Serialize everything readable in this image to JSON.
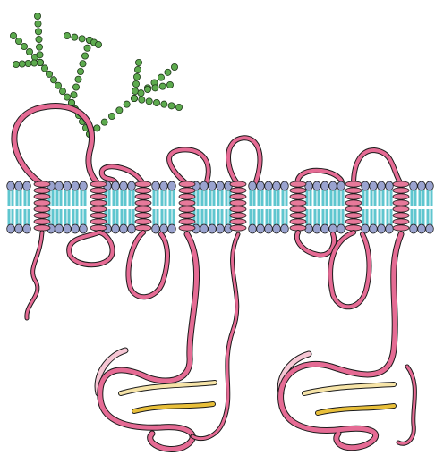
{
  "figure": {
    "title": "",
    "labels": []
  },
  "colors": {
    "background": "#ffffff",
    "lipid_head_blue": "#9aa3cf",
    "lipid_head_pink": "#e7799a",
    "lipid_tail_cyan": "#5fc6cf",
    "lipid_outline": "#1e1e1e",
    "ribbon_pink": "#e56b94",
    "ribbon_light_pink": "#f6c6d4",
    "ribbon_outline": "#1a1a1a",
    "sheet_yellow": "#e8bf3a",
    "sheet_light_yellow": "#f6e4a8",
    "glycan_green": "#5daa4e",
    "glycan_outline": "#1f3a1a"
  },
  "components": {
    "membrane": "lipid-bilayer",
    "protein": "seven-pass-transmembrane-protein",
    "glycan": "branched-oligosaccharide-chain",
    "transmembrane_helix_count": 7,
    "intracellular_domain_count": 2,
    "glycan_branch_count": 6
  }
}
